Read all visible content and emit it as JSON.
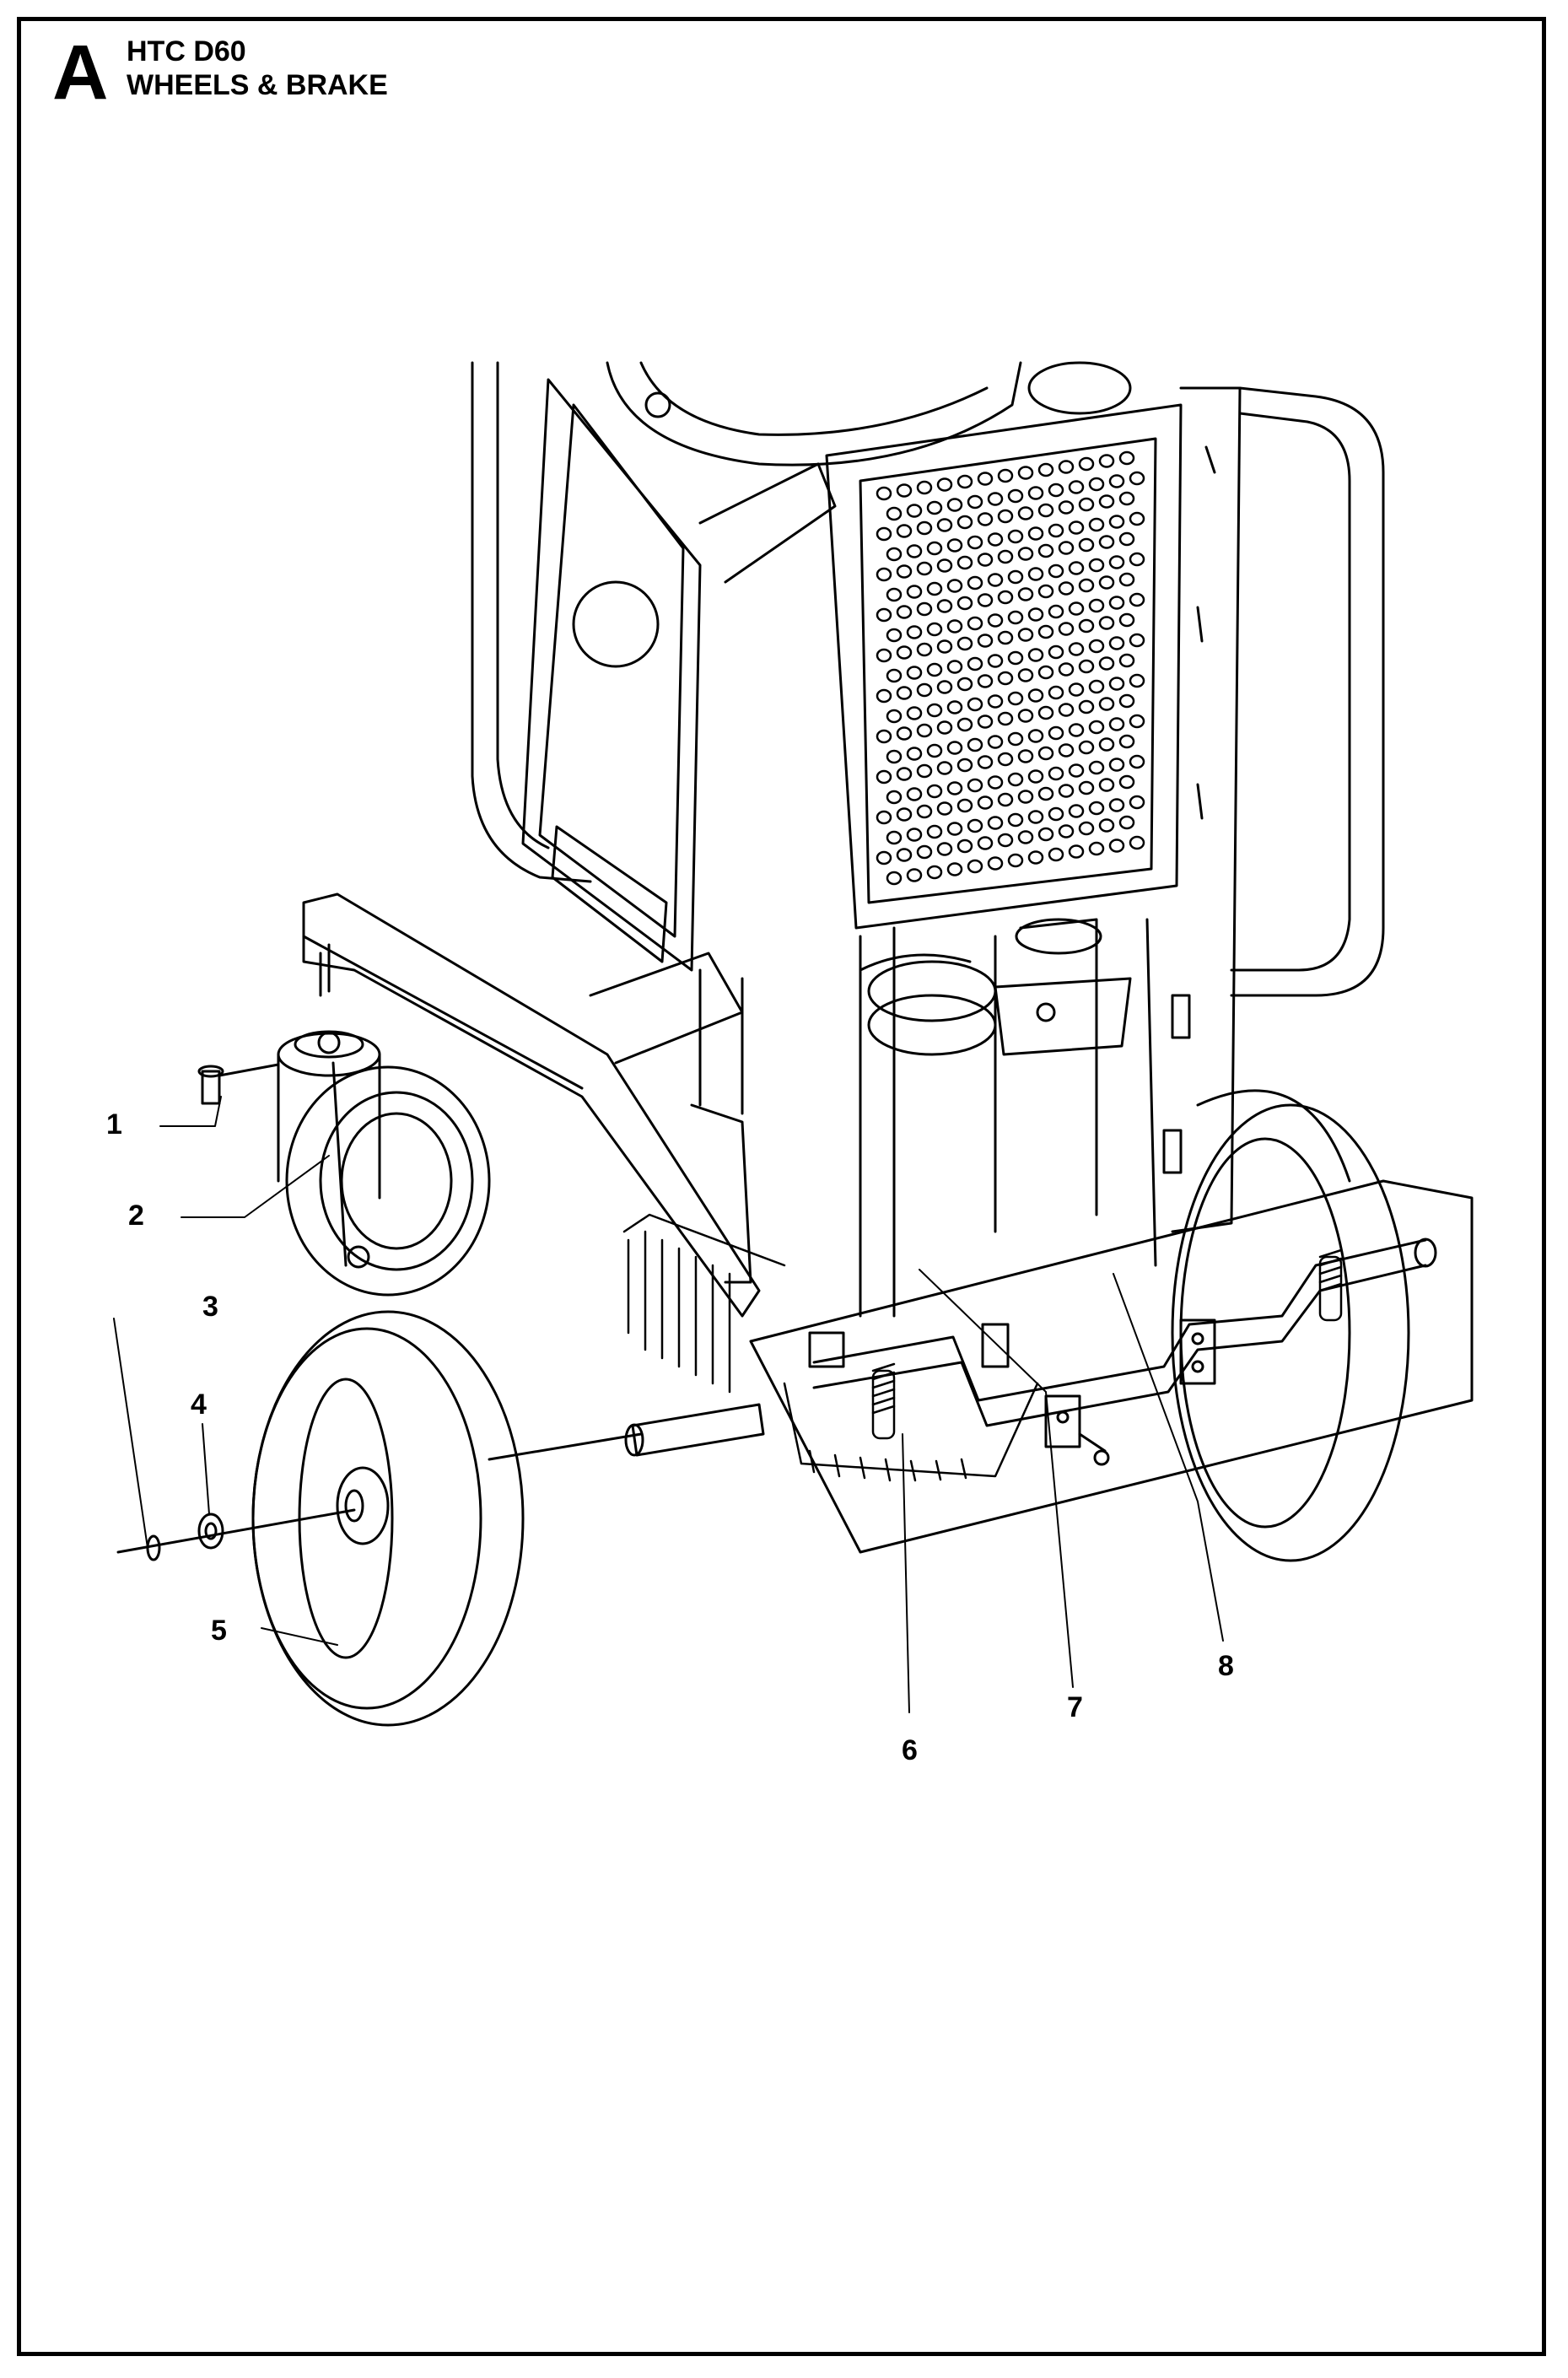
{
  "header": {
    "section_letter": "A",
    "model": "HTC D60",
    "subtitle": "WHEELS & BRAKE"
  },
  "callouts": [
    "1",
    "2",
    "3",
    "4",
    "5",
    "6",
    "7",
    "8"
  ]
}
